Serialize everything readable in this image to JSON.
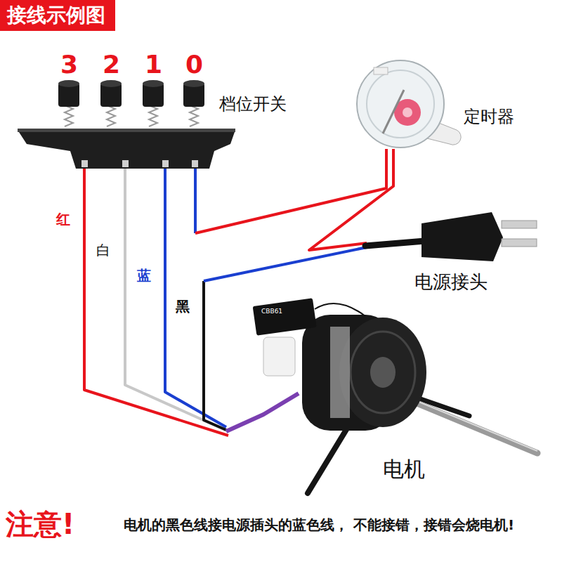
{
  "diagram": {
    "title": "接线示例图",
    "labels": [
      "3",
      "2",
      "1",
      "0",
      "档位开关",
      "定时器",
      "红",
      "白",
      "蓝",
      "黑",
      "电源接头",
      "CBB61",
      "电机",
      "注意!",
      "电机的黑色线接电源插头的蓝色线， 不能接错，接错会烧电机!"
    ]
  }
}
